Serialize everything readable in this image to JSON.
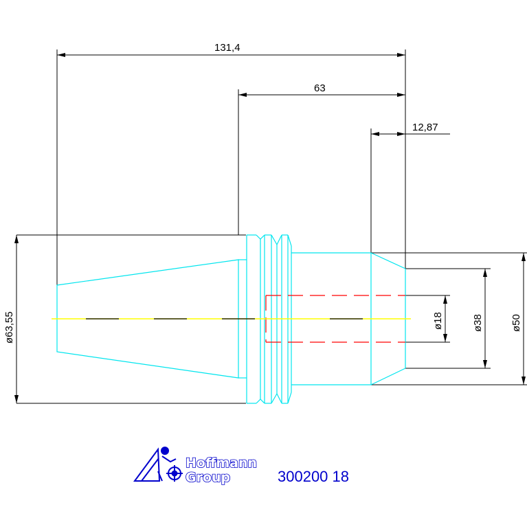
{
  "dimensions": {
    "overall_length": "131,4",
    "shank_length": "63",
    "nose_length": "12,87",
    "flange_diameter": "ø63,55",
    "bore_diameter": "ø18",
    "inner_diameter": "ø38",
    "outer_diameter": "ø50"
  },
  "logo": {
    "line1": "Hoffmann",
    "line2": "Group"
  },
  "part_number": "300200 18",
  "colors": {
    "dimension_lines": "#000000",
    "part_outline": "#00e5ee",
    "center_line": "#ffff00",
    "hidden_bore": "#ff0000",
    "logo": "#0000cc"
  },
  "icons": {
    "logo_mark": "hoffmann-person-gear-icon"
  }
}
